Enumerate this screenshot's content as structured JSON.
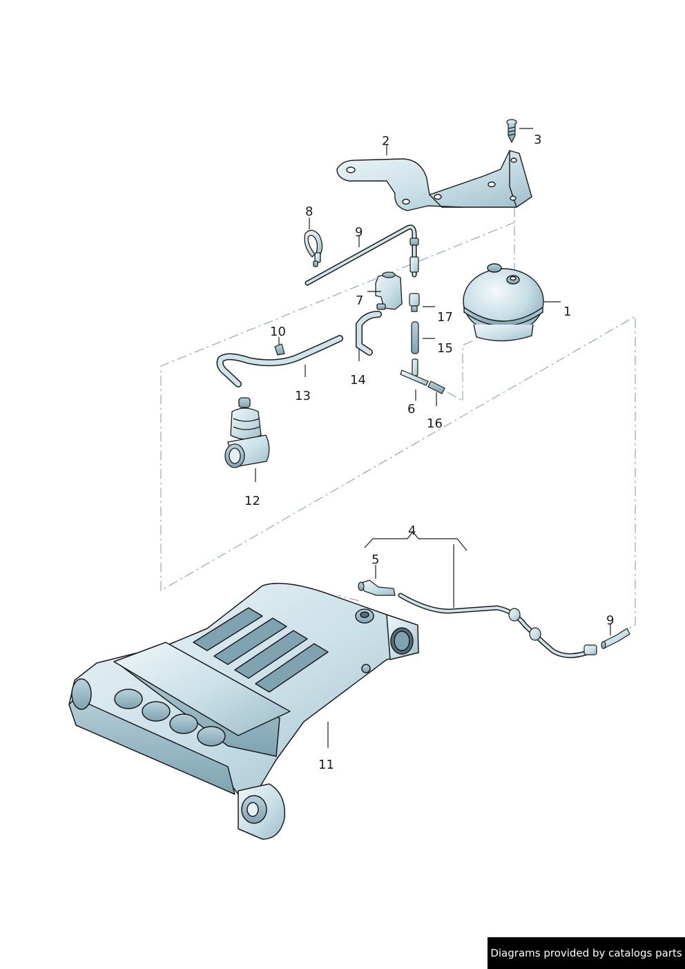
{
  "callouts": {
    "c1": "1",
    "c2": "2",
    "c3": "3",
    "c4": "4",
    "c5": "5",
    "c6": "6",
    "c7": "7",
    "c8": "8",
    "c9a": "9",
    "c9b": "9",
    "c10": "10",
    "c11": "11",
    "c12": "12",
    "c13": "13",
    "c14": "14",
    "c15": "15",
    "c16": "16",
    "c17": "17"
  },
  "footer": {
    "credit": "Diagrams provided by catalogs parts"
  },
  "colors": {
    "part_fill": "#cfe3ea",
    "part_fill_light": "#e6f1f5",
    "part_shadow": "#9ebfca",
    "outline": "#1a1a1a",
    "dashed_line": "#8ea9b6",
    "credit_bg": "#000000",
    "credit_text": "#ffffff"
  }
}
